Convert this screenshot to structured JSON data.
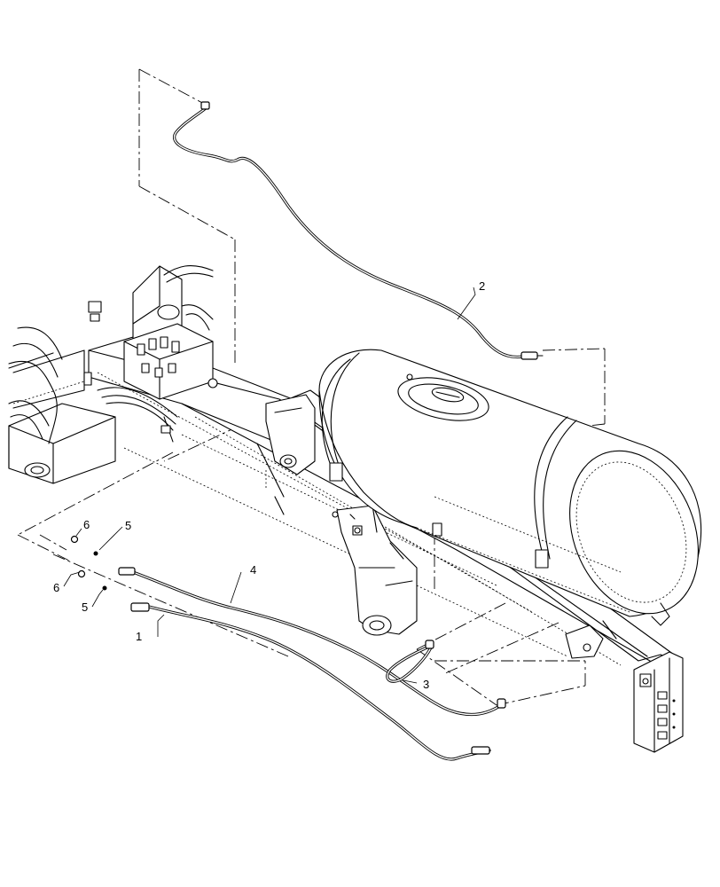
{
  "callouts": [
    {
      "id": "c1",
      "text": "1"
    },
    {
      "id": "c2",
      "text": "2"
    },
    {
      "id": "c3",
      "text": "3"
    },
    {
      "id": "c4",
      "text": "4"
    },
    {
      "id": "c5a",
      "text": "5"
    },
    {
      "id": "c5b",
      "text": "5"
    },
    {
      "id": "c6a",
      "text": "6"
    },
    {
      "id": "c6b",
      "text": "6"
    }
  ],
  "parts": [
    {
      "callout": "1",
      "name": "hose-assembly-lower"
    },
    {
      "callout": "2",
      "name": "hose-assembly-upper"
    },
    {
      "callout": "3",
      "name": "hose-loop"
    },
    {
      "callout": "4",
      "name": "hose-assembly"
    },
    {
      "callout": "5",
      "name": "fitting"
    },
    {
      "callout": "6",
      "name": "o-ring"
    }
  ]
}
